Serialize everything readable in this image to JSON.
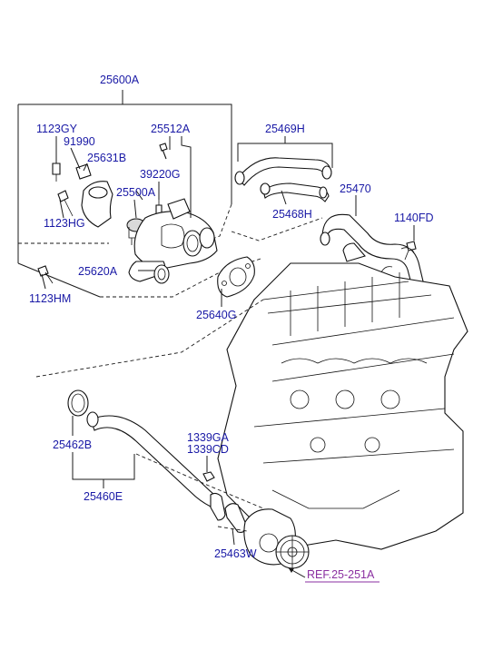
{
  "labels": {
    "p25600A": "25600A",
    "p25512A": "25512A",
    "p1123GY": "1123GY",
    "p91990": "91990",
    "p25631B": "25631B",
    "p39220G": "39220G",
    "p25500A": "25500A",
    "p1123HG": "1123HG",
    "p25620A": "25620A",
    "p1123HM": "1123HM",
    "p25469H": "25469H",
    "p25468H": "25468H",
    "p25470": "25470",
    "p1140FD": "1140FD",
    "p25640G": "25640G",
    "p25462B": "25462B",
    "p25460E": "25460E",
    "p1339GA": "1339GA",
    "p1339CD": "1339CD",
    "p25463W": "25463W",
    "ref": "REF.25-251A"
  },
  "colors": {
    "label": "#1a1aa6",
    "reference": "#8a2fa0",
    "line": "#1a1a1a"
  }
}
